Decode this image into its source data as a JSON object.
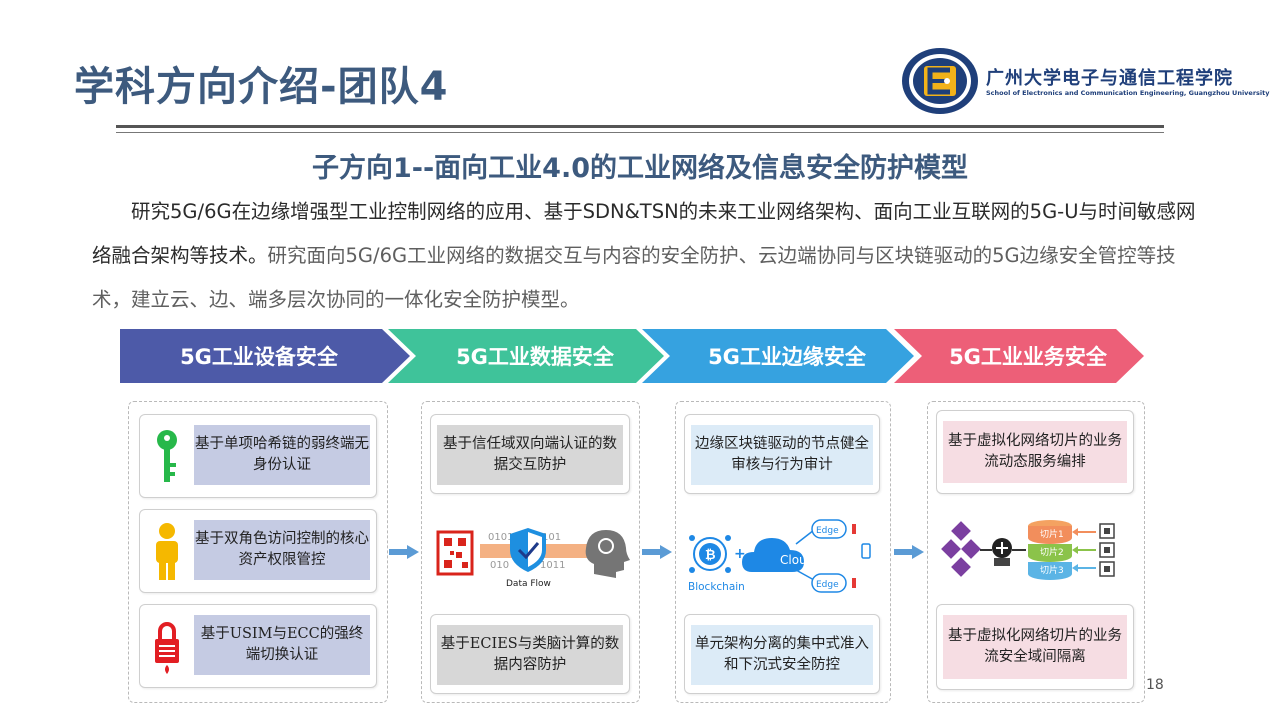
{
  "header": {
    "title": "学科方向介绍-团队4",
    "school_cn": "广州大学电子与通信工程学院",
    "school_en": "School of Electronics and Communication Engineering, Guangzhou University"
  },
  "subtitle": "子方向1--面向工业4.0的工业网络及信息安全防护模型",
  "paragraph": {
    "part1": "研究5G/6G在边缘增强型工业控制网络的应用、基于SDN&TSN的未来工业网络架构、面向工业互联网的5G-U与时间敏感网络融合架构等技术。",
    "part2": "研究面向5G/6G工业网络的数据交互与内容的安全防护、云边端协同与区块链驱动的5G边缘安全管控等技术，建立云、边、端多层次协同的一体化安全防护模型。"
  },
  "colors": {
    "title": "#3d5a7e",
    "stage1": "#4d5aa8",
    "stage2": "#3fc39a",
    "stage3": "#36a2e0",
    "stage4": "#ed5f78",
    "arrow": "#5b9bd5"
  },
  "stages": [
    {
      "label": "5G工业设备安全"
    },
    {
      "label": "5G工业数据安全"
    },
    {
      "label": "5G工业边缘安全"
    },
    {
      "label": "5G工业业务安全"
    }
  ],
  "device_security": {
    "items": [
      {
        "icon": "key-icon",
        "text": "基于单项哈希链的弱终端无身份认证"
      },
      {
        "icon": "user-icon",
        "text": "基于双角色访问控制的核心资产权限管控"
      },
      {
        "icon": "lock-icon",
        "text": "基于USIM与ECC的强终端切换认证"
      }
    ]
  },
  "data_security": {
    "top_text": "基于信任域双向端认证的数据交互防护",
    "bottom_text": "基于ECIES与类脑计算的数据内容防护",
    "figure_bits": [
      "0101",
      "101",
      "010",
      "1011"
    ],
    "figure_label": "Data Flow"
  },
  "edge_security": {
    "top_text": "边缘区块链驱动的节点健全审核与行为审计",
    "bottom_text": "单元架构分离的集中式准入和下沉式安全防控",
    "figure_blockchain": "Blockchain",
    "figure_cloud": "Cloud",
    "figure_edge": "Edge"
  },
  "business_security": {
    "top_text": "基于虚拟化网络切片的业务流动态服务编排",
    "bottom_text": "基于虚拟化网络切片的业务流安全域间隔离",
    "slices": [
      "切片1",
      "切片2",
      "切片3"
    ]
  },
  "page_number": "18"
}
